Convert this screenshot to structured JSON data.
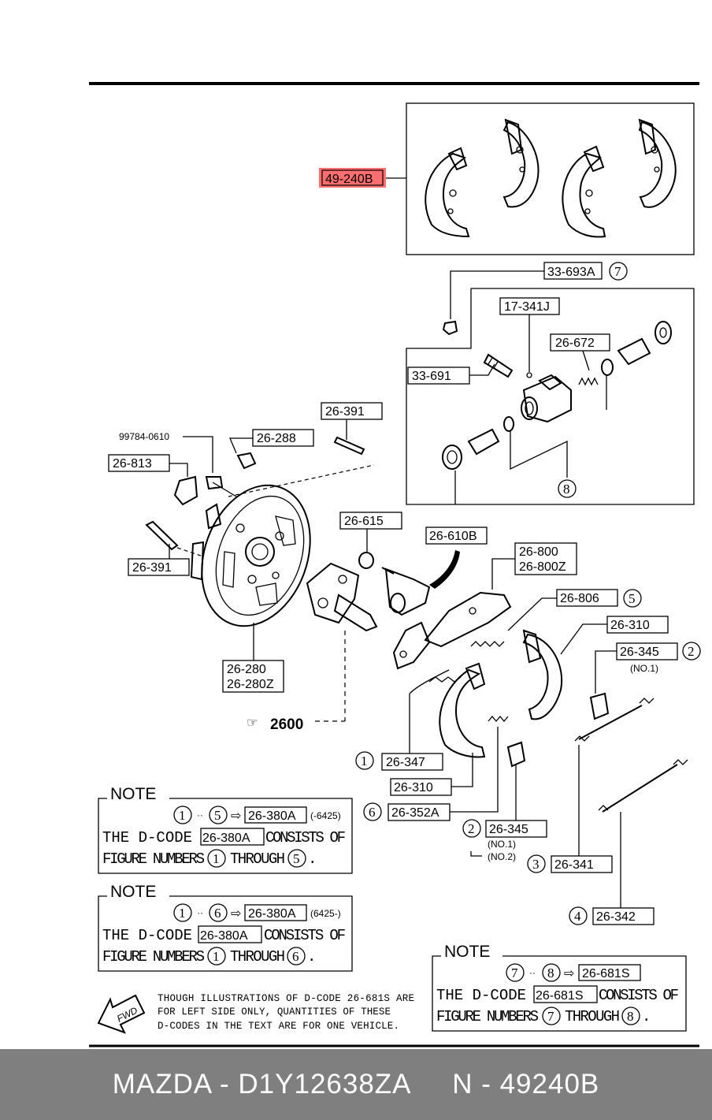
{
  "highlight_color": "#ff6f6f",
  "parts": {
    "shoe_set": "49-240B",
    "p33_693A": "33-693A",
    "p17_341J": "17-341J",
    "p26_672": "26-672",
    "p33_691": "33-691",
    "p26_391_top": "26-391",
    "p99784": "99784-0610",
    "p26_288": "26-288",
    "p26_813": "26-813",
    "p26_615": "26-615",
    "p26_610B": "26-610B",
    "p26_391_left": "26-391",
    "p26_800": "26-800",
    "p26_800Z": "26-800Z",
    "p26_806": "26-806",
    "p26_310_r": "26-310",
    "p26_345_r": "26-345",
    "no1_r": "(NO.1)",
    "p26_280": "26-280",
    "p26_280Z": "26-280Z",
    "ref_2600": "2600",
    "p26_347": "26-347",
    "p26_310_b": "26-310",
    "p26_352A": "26-352A",
    "p26_345_b": "26-345",
    "no1_b": "(NO.1)",
    "no2_b": "(NO.2)",
    "p26_341": "26-341",
    "p26_342": "26-342"
  },
  "circle_numbers": {
    "c7": "7",
    "c8": "8",
    "c5": "5",
    "c2": "2",
    "c1": "1",
    "c6": "6",
    "c3": "3",
    "c4": "4"
  },
  "notes": {
    "note1": {
      "title": "NOTE",
      "from": "1",
      "to": "5",
      "code": "26-380A",
      "range": "(-6425)",
      "line1_pre": "THE D-CODE OF",
      "line1_code": "26-380A",
      "line1_post": "CONSISTS OF",
      "line2_pre": "FIGURE NUMBERS",
      "line2_from": "1",
      "line2_mid": "THROUGH",
      "line2_to": "5",
      "line2_end": "."
    },
    "note2": {
      "title": "NOTE",
      "from": "1",
      "to": "6",
      "code": "26-380A",
      "range": "(6425-)",
      "line1_pre": "THE D-CODE OF",
      "line1_code": "26-380A",
      "line1_post": "CONSISTS OF",
      "line2_pre": "FIGURE NUMBERS",
      "line2_from": "1",
      "line2_mid": "THROUGH",
      "line2_to": "6",
      "line2_end": "."
    },
    "note3": {
      "title": "NOTE",
      "from": "7",
      "to": "8",
      "code": "26-681S",
      "line1_pre": "THE D-CODE OF",
      "line1_code": "26-681S",
      "line1_post": "CONSISTS OF",
      "line2_pre": "FIGURE NUMBERS",
      "line2_from": "7",
      "line2_mid": "THROUGH",
      "line2_to": "8",
      "line2_end": "."
    }
  },
  "fwd_label": "FWD",
  "disclaimer": {
    "line1": "THOUGH ILLUSTRATIONS OF D-CODE 26-681S ARE",
    "line2": "FOR LEFT SIDE ONLY, QUANTITIES OF THESE",
    "line3": "D-CODES IN THE TEXT ARE FOR ONE VEHICLE."
  },
  "footer": "MAZDA - D1Y12638ZA     N - 49240B"
}
